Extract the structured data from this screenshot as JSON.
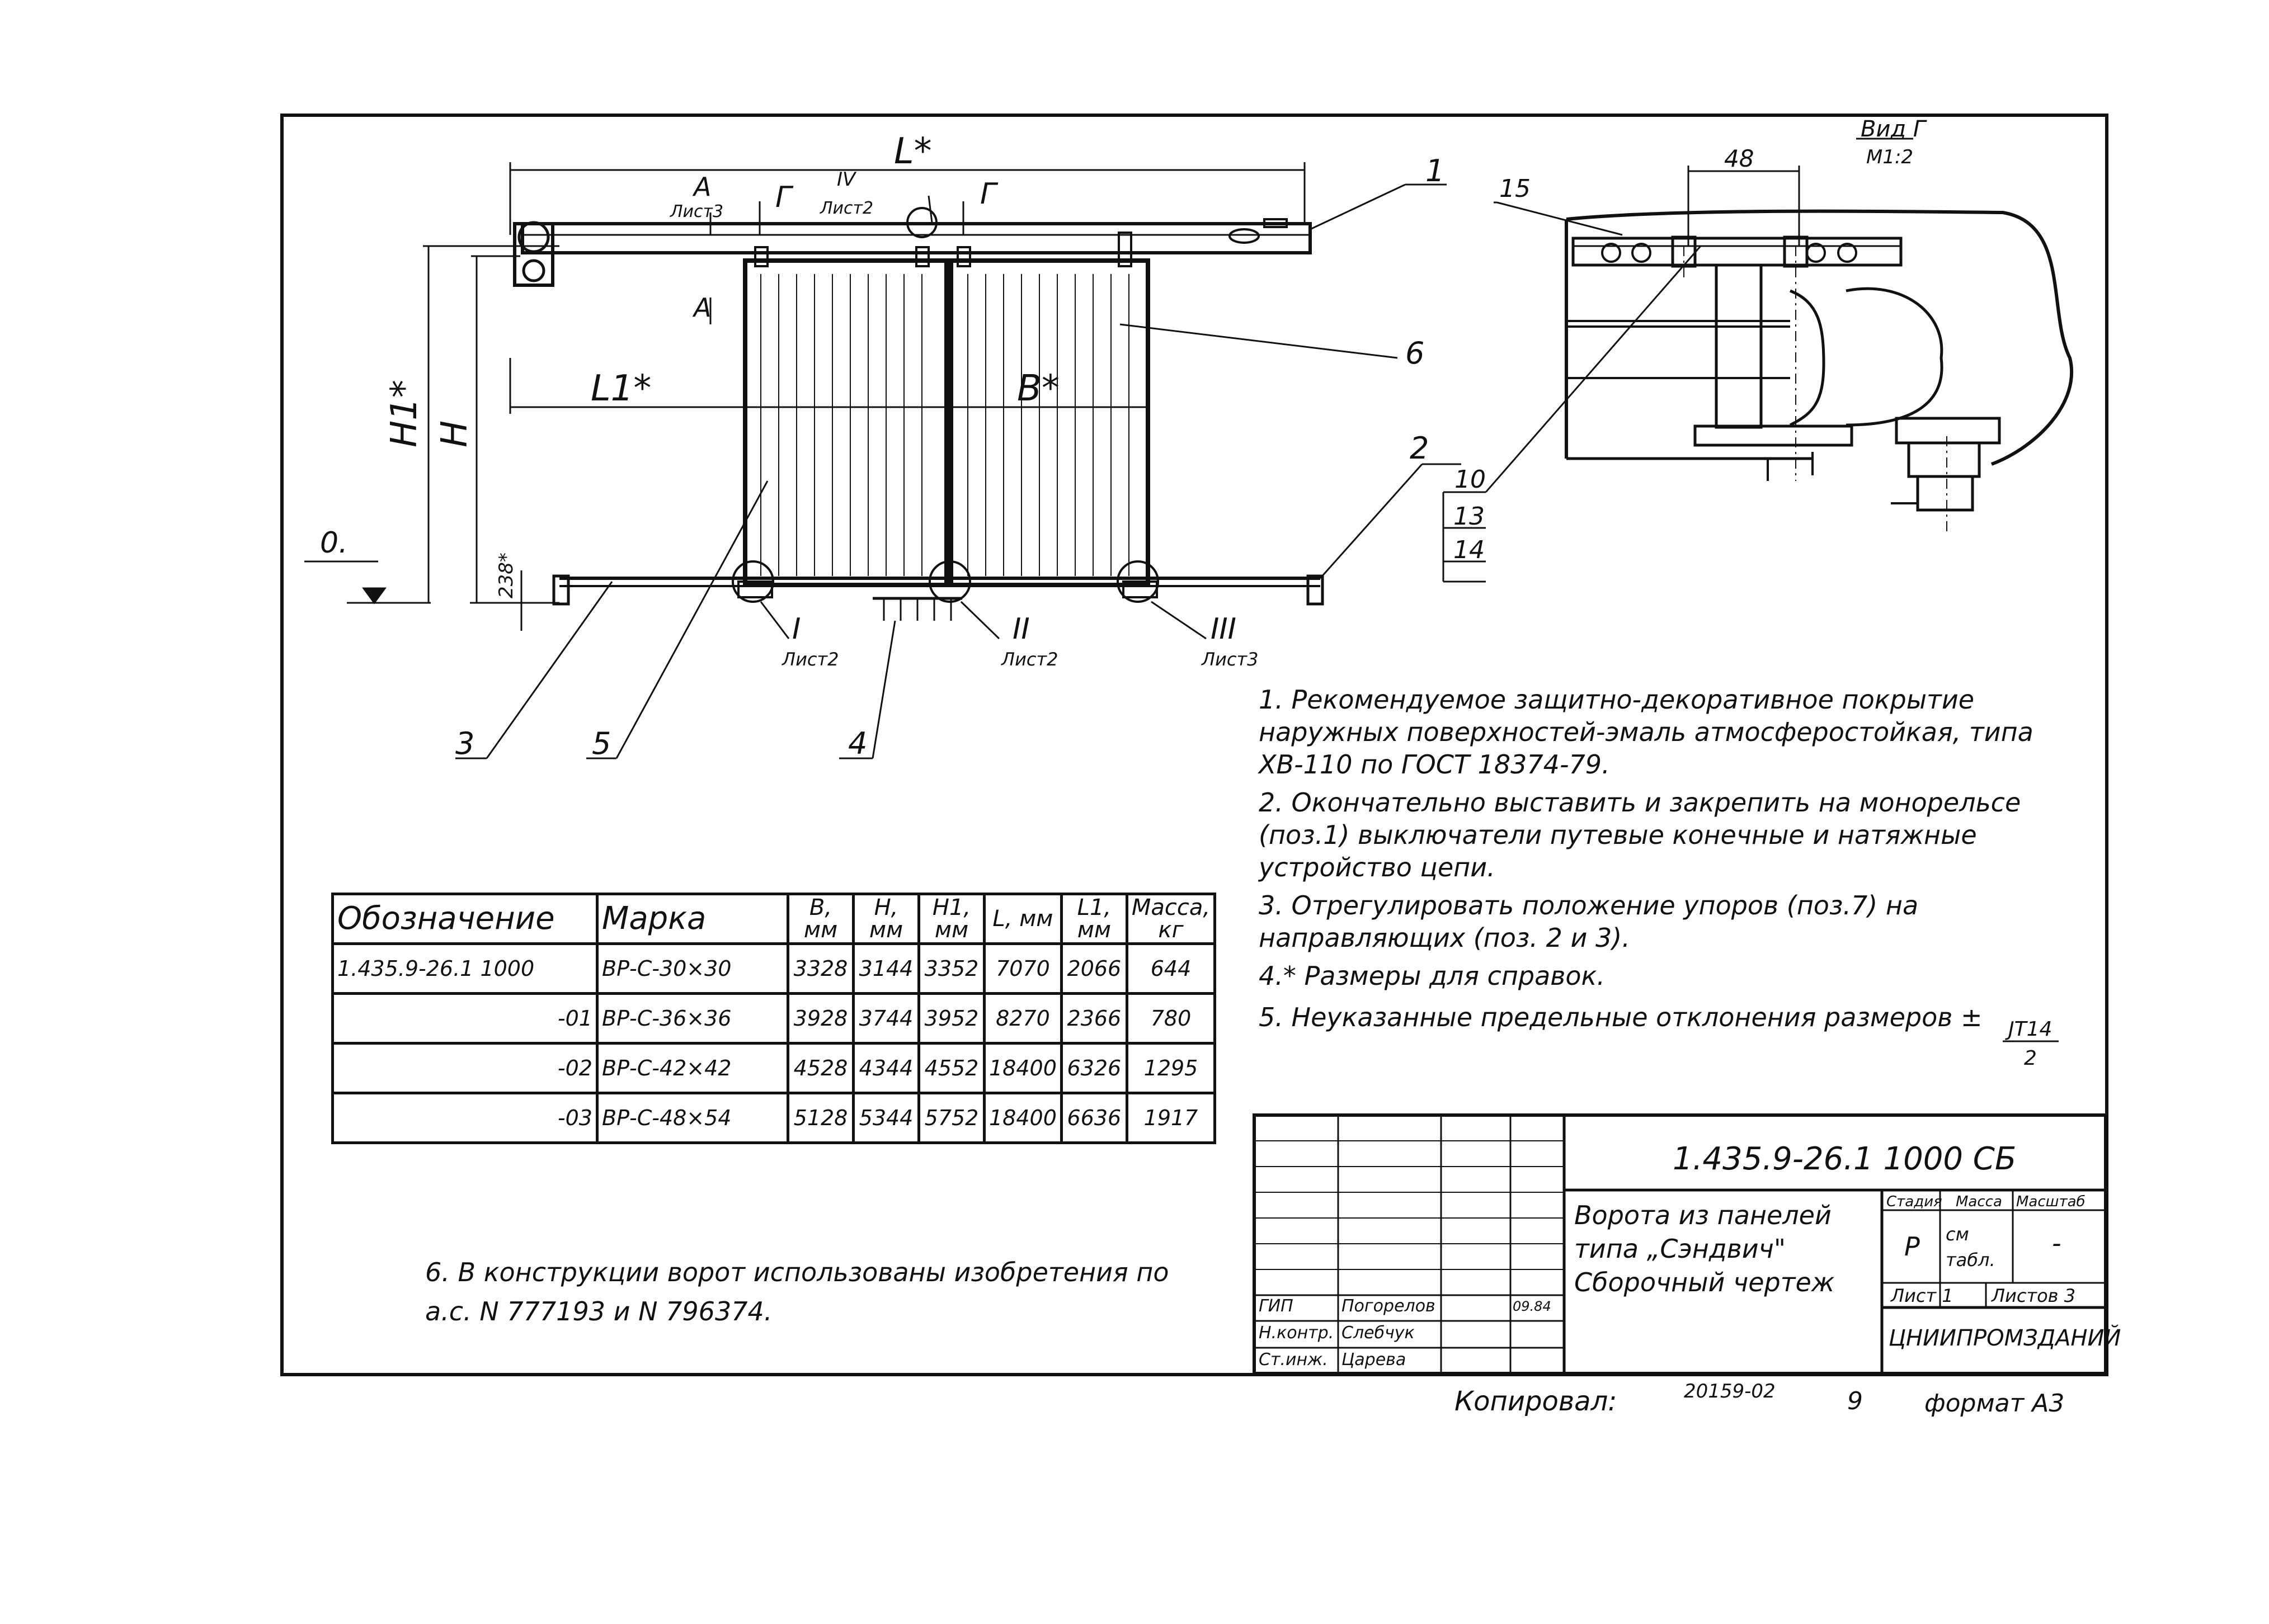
{
  "callouts": {
    "l_star": "L*",
    "l1_star": "L1*",
    "b_star": "B*",
    "h1_star": "H1*",
    "h": "H",
    "dim_238": "238*",
    "zero_mark": "0.",
    "section_a": "А",
    "section_g": "Г",
    "sheet3": "Лист3",
    "sheet2": "Лист2",
    "node_iv": "IV",
    "node_i": "I",
    "node_ii": "II",
    "node_iii": "III",
    "pos_1": "1",
    "pos_2": "2",
    "pos_3": "3",
    "pos_4": "4",
    "pos_5": "5",
    "pos_6": "6",
    "detail_view": "Вид Г",
    "detail_scale": "М1:2",
    "dim_48": "48",
    "pos_15": "15",
    "pos_10": "10",
    "pos_13": "13",
    "pos_14": "14"
  },
  "notes": [
    "1. Рекомендуемое защитно-декоративное покрытие наружных поверхностей-эмаль атмосферостойкая, типа ХВ-110 по ГОСТ 18374-79.",
    "2. Окончательно выставить и закрепить на монорельсе (поз.1) выключатели путевые конечные и натяжные устройство цепи.",
    "3. Отрегулировать положение упоров (поз.7) на направляющих (поз. 2 и 3).",
    "4.* Размеры для справок.",
    "5. Неуказанные предельные отклонения размеров ±"
  ],
  "tolerance": {
    "numerator": "JT14",
    "denominator": "2"
  },
  "note6": "6. В конструкции ворот использованы изобретения по а.с. N 777193 и N 796374.",
  "spec_table": {
    "headers": [
      "Обозначение",
      "Марка",
      "B, мм",
      "H, мм",
      "H1, мм",
      "L, мм",
      "L1, мм",
      "Масса, кг"
    ],
    "rows": [
      [
        "1.435.9-26.1 1000",
        "ВР-С-30×30",
        "3328",
        "3144",
        "3352",
        "7070",
        "2066",
        "644"
      ],
      [
        "-01",
        "ВР-С-36×36",
        "3928",
        "3744",
        "3952",
        "8270",
        "2366",
        "780"
      ],
      [
        "-02",
        "ВР-С-42×42",
        "4528",
        "4344",
        "4552",
        "18400",
        "6326",
        "1295"
      ],
      [
        "-03",
        "ВР-С-48×54",
        "5128",
        "5344",
        "5752",
        "18400",
        "6636",
        "1917"
      ]
    ]
  },
  "title_block": {
    "designation": "1.435.9-26.1 1000 СБ",
    "title_line1": "Ворота из панелей",
    "title_line2": "типа „Сэндвич\"",
    "title_line3": "Сборочный чертеж",
    "stage_header": "Стадия",
    "mass_header": "Масса",
    "scale_header": "Масштаб",
    "stage": "Р",
    "mass": "см табл.",
    "scale": "-",
    "sheet": "Лист 1",
    "sheets": "Листов 3",
    "org": "ЦНИИПРОМЗДАНИЙ",
    "signers": [
      {
        "role": "ГИП",
        "name": "Погорелов",
        "date": "09.84"
      },
      {
        "role": "Н.контр.",
        "name": "Слебчук",
        "date": ""
      },
      {
        "role": "Ст.инж.",
        "name": "Царева",
        "date": ""
      }
    ]
  },
  "footer": {
    "copied": "Копировал:",
    "order": "20159-02",
    "page": "9",
    "format": "формат А3"
  }
}
